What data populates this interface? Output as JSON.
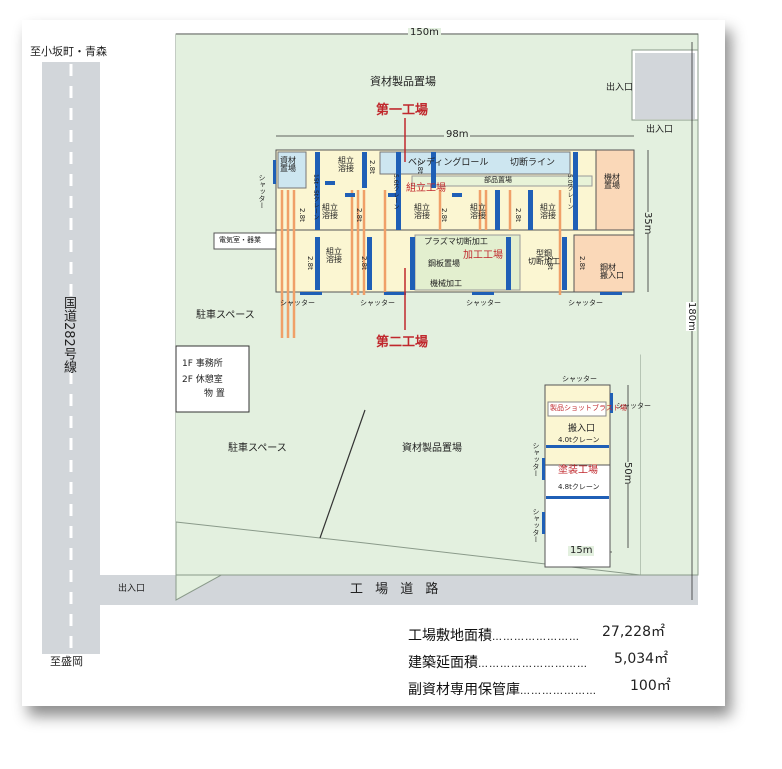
{
  "labels": {
    "to_north": "至小坂町・青森",
    "to_south": "至盛岡",
    "route": "国道282号線",
    "width_total": "150m",
    "height_total": "180m",
    "storage_top": "資材製品置場",
    "storage_bottom": "資材製品置場",
    "entrance_right": "出入口",
    "entrance_right2": "出入口",
    "entrance_left": "出入口",
    "factory_road": "工 場 道 路",
    "factory1": "第一工場",
    "factory2": "第二工場",
    "dim_98": "98m",
    "dim_35": "35m",
    "dim_50": "50m",
    "dim_15": "15m",
    "parking_top": "駐車スペース",
    "parking_bottom": "駐車スペース",
    "office_1f": "1F 事務所",
    "office_2f": "2F 休憩室",
    "office_store": "物 置",
    "electric": "電気室・器業",
    "shutter": "シャッター",
    "blast": "製品ショットブラスト場",
    "carry_in": "搬入口",
    "crane_4t": "4.0tクレーン",
    "paint": "塗装工場",
    "crane_48t": "4.8tクレーン",
    "b_material_yard": "資材\n置場",
    "b_assembly": "組立\n溶接",
    "b_bending": "ベンディングロール",
    "b_cutting_line": "切断ライン",
    "b_parts": "部品置場",
    "b_assembly_shop": "組立工場",
    "b_machine_yard": "機材\n置場",
    "b_plasma": "プラズマ切断加工",
    "b_plate": "鋼板置場",
    "b_machining": "機械加工",
    "b_process_shop": "加工工場",
    "b_shape_cut": "型鋼\n切断加工",
    "b_steel_in": "鋼材\n搬入口",
    "t28": "2.8t",
    "c15": "15t・5tクレーン",
    "c56": "5.6tクレーン",
    "c50": "5.0tクレーン"
  },
  "legend": [
    {
      "label": "工場敷地面積",
      "dots": "……………………",
      "value": "27,228㎡"
    },
    {
      "label": "建築延面積",
      "dots": "…………………………",
      "value": "5,034㎡"
    },
    {
      "label": "副資材専用保管庫",
      "dots": "…………………",
      "value": "100㎡"
    }
  ],
  "colors": {
    "site": "#e3f0df",
    "road": "#d2d6da",
    "building": "#fbf6d2",
    "crane_blue": "#1f5fb6",
    "rail_orange": "#f0a068",
    "accent_red": "#c0282d"
  }
}
